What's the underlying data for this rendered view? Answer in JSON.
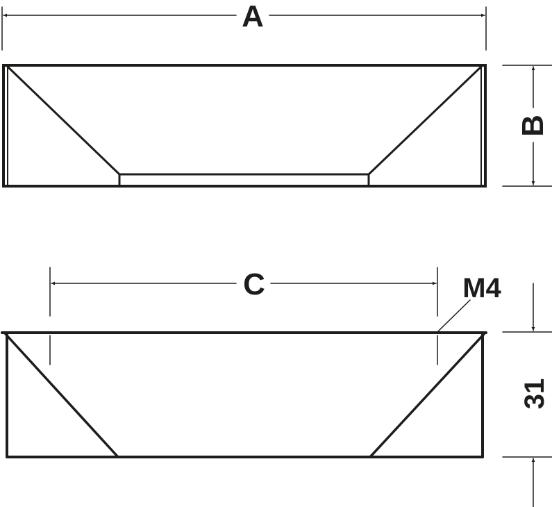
{
  "labels": {
    "a": "A",
    "b": "B",
    "c": "C",
    "thread": "M4",
    "height": "31"
  },
  "colors": {
    "line": "#1d1d1b",
    "background": "#ffffff"
  }
}
